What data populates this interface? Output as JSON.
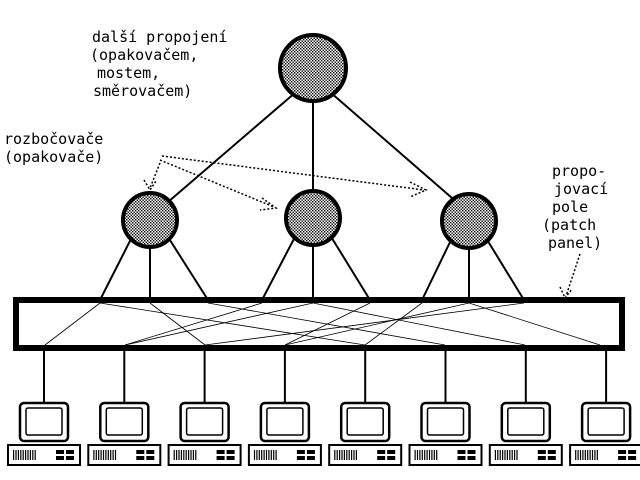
{
  "labels": {
    "upper": [
      "další propojení",
      "(opakovačem,",
      "mostem,",
      "směrovačem)"
    ],
    "hubs": [
      "rozbočovače",
      "(opakovače)"
    ],
    "patch": [
      "propo-",
      "jovací",
      "pole",
      "(patch",
      "panel)"
    ]
  },
  "diagram": {
    "hub_count": 3,
    "computer_count": 8,
    "links_per_hub": 3
  },
  "colors": {
    "line": "#000000",
    "node_fill": "#c8c8c8",
    "background": "#ffffff"
  }
}
